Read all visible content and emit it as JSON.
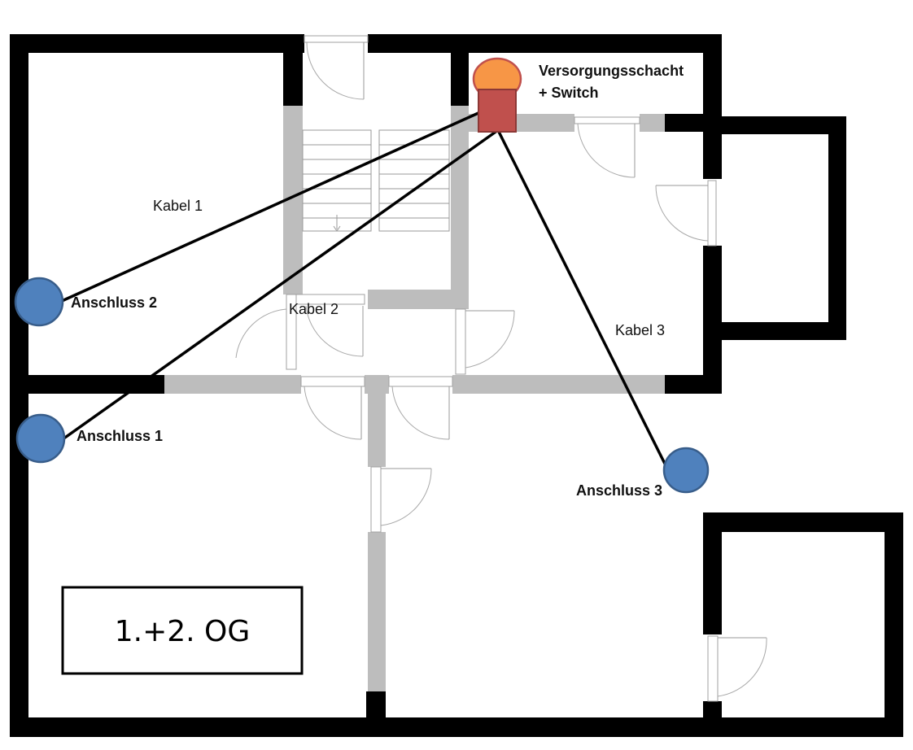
{
  "floorplan": {
    "legend": "1.+2. OG",
    "shaft_label_line1": "Versorgungsschacht",
    "shaft_label_line2": "+ Switch",
    "cables": {
      "kabel1": "Kabel 1",
      "kabel2": "Kabel 2",
      "kabel3": "Kabel 3"
    },
    "connections": {
      "anschluss1": "Anschluss 1",
      "anschluss2": "Anschluss 2",
      "anschluss3": "Anschluss 3"
    },
    "colors": {
      "outlet": "#4f81bd",
      "shaft_top": "#f79646",
      "switch_box": "#c0504d",
      "wall": "#000000",
      "interior_wall": "#bdbdbd"
    }
  }
}
